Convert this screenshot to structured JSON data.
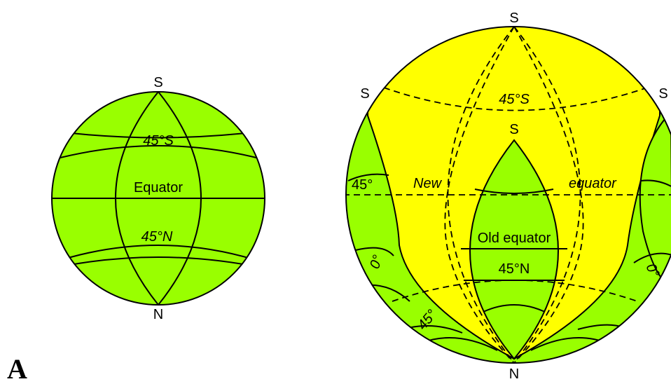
{
  "panel_letter": "A",
  "small_globe": {
    "pole_top": "S",
    "pole_bottom": "N",
    "lat_south": "45°S",
    "equator": "Equator",
    "lat_north": "45°N"
  },
  "large_globe": {
    "pole_top": "S",
    "pole_left": "S",
    "pole_right": "S",
    "pole_inner": "S",
    "pole_bottom": "N",
    "lat_south": "45°S",
    "left_45": "45°",
    "new_word": "New",
    "equator_word": "equator",
    "old_equator": "Old equator",
    "lat_north": "45°N",
    "left_0": "0°",
    "right_0": "0°",
    "bottom_45": "45°"
  },
  "colors": {
    "green": "#99ff00",
    "yellow": "#ffff00",
    "stroke": "#000000"
  }
}
